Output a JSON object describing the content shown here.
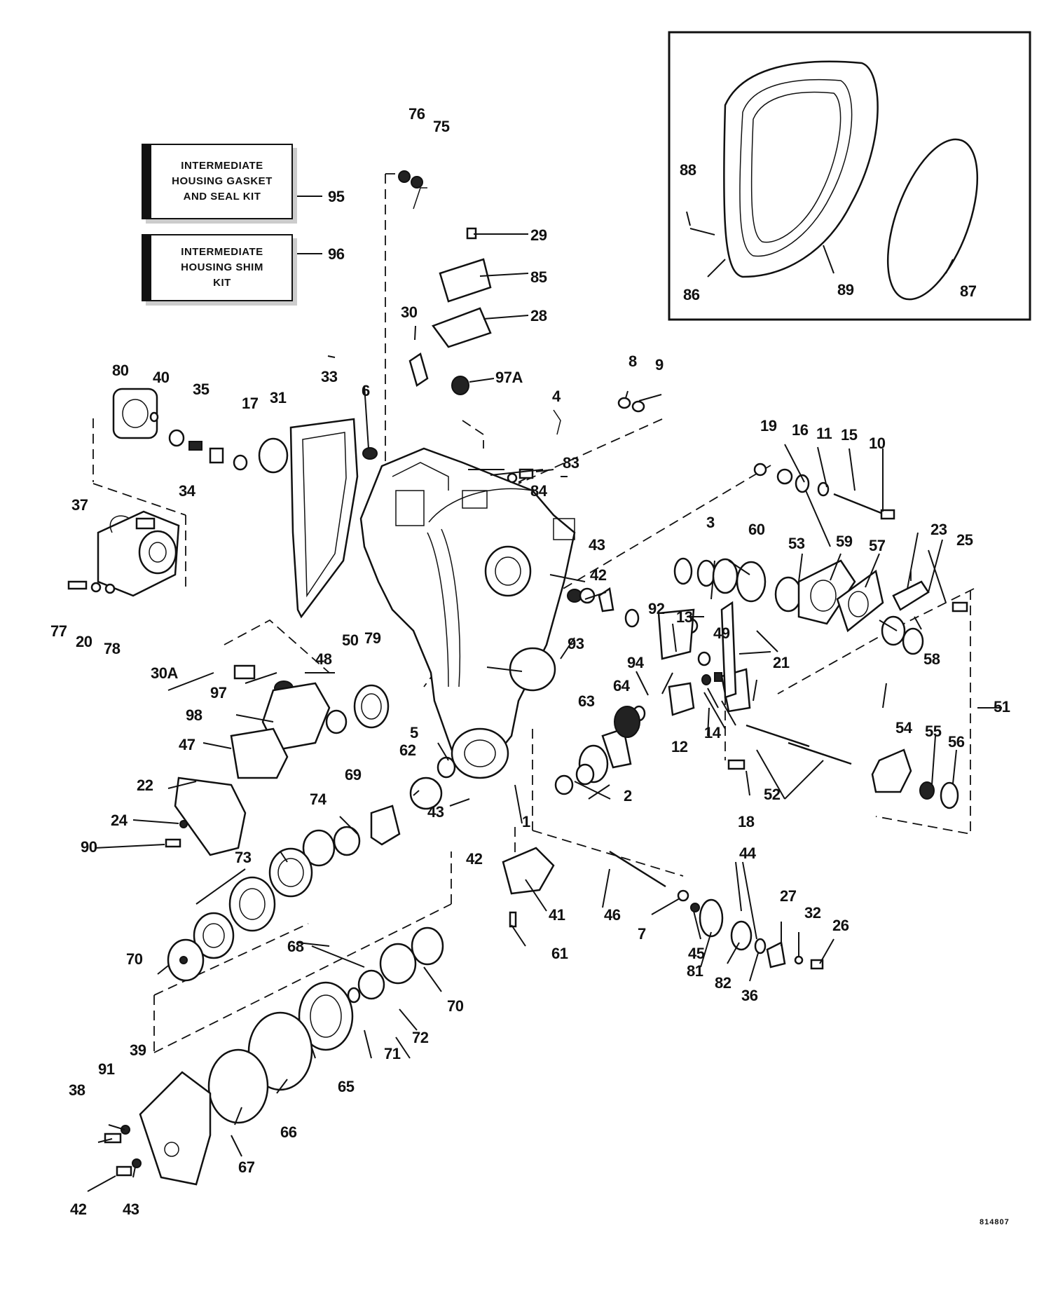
{
  "kits": [
    {
      "id": "95",
      "label": "INTERMEDIATE\nHOUSING GASKET\nAND SEAL KIT"
    },
    {
      "id": "96",
      "label": "INTERMEDIATE\nHOUSING SHIM\nKIT"
    }
  ],
  "callouts": [
    "76",
    "75",
    "29",
    "85",
    "28",
    "30",
    "97A",
    "95",
    "96",
    "88",
    "86",
    "89",
    "87",
    "80",
    "40",
    "35",
    "17",
    "31",
    "33",
    "6",
    "34",
    "37",
    "4",
    "83",
    "84",
    "8",
    "9",
    "19",
    "16",
    "11",
    "15",
    "10",
    "77",
    "20",
    "78",
    "3",
    "60",
    "53",
    "59",
    "57",
    "23",
    "25",
    "43",
    "42",
    "30A",
    "97",
    "79",
    "48",
    "50",
    "92",
    "93",
    "94",
    "13",
    "49",
    "21",
    "58",
    "98",
    "47",
    "22",
    "24",
    "90",
    "64",
    "63",
    "12",
    "14",
    "51",
    "54",
    "55",
    "56",
    "62",
    "69",
    "74",
    "5",
    "43",
    "42",
    "1",
    "2",
    "52",
    "18",
    "73",
    "68",
    "41",
    "61",
    "46",
    "44",
    "7",
    "45",
    "81",
    "27",
    "32",
    "26",
    "82",
    "36",
    "70",
    "70",
    "72",
    "71",
    "65",
    "66",
    "67",
    "39",
    "91",
    "38",
    "42",
    "43"
  ],
  "drawing_number": "814807"
}
